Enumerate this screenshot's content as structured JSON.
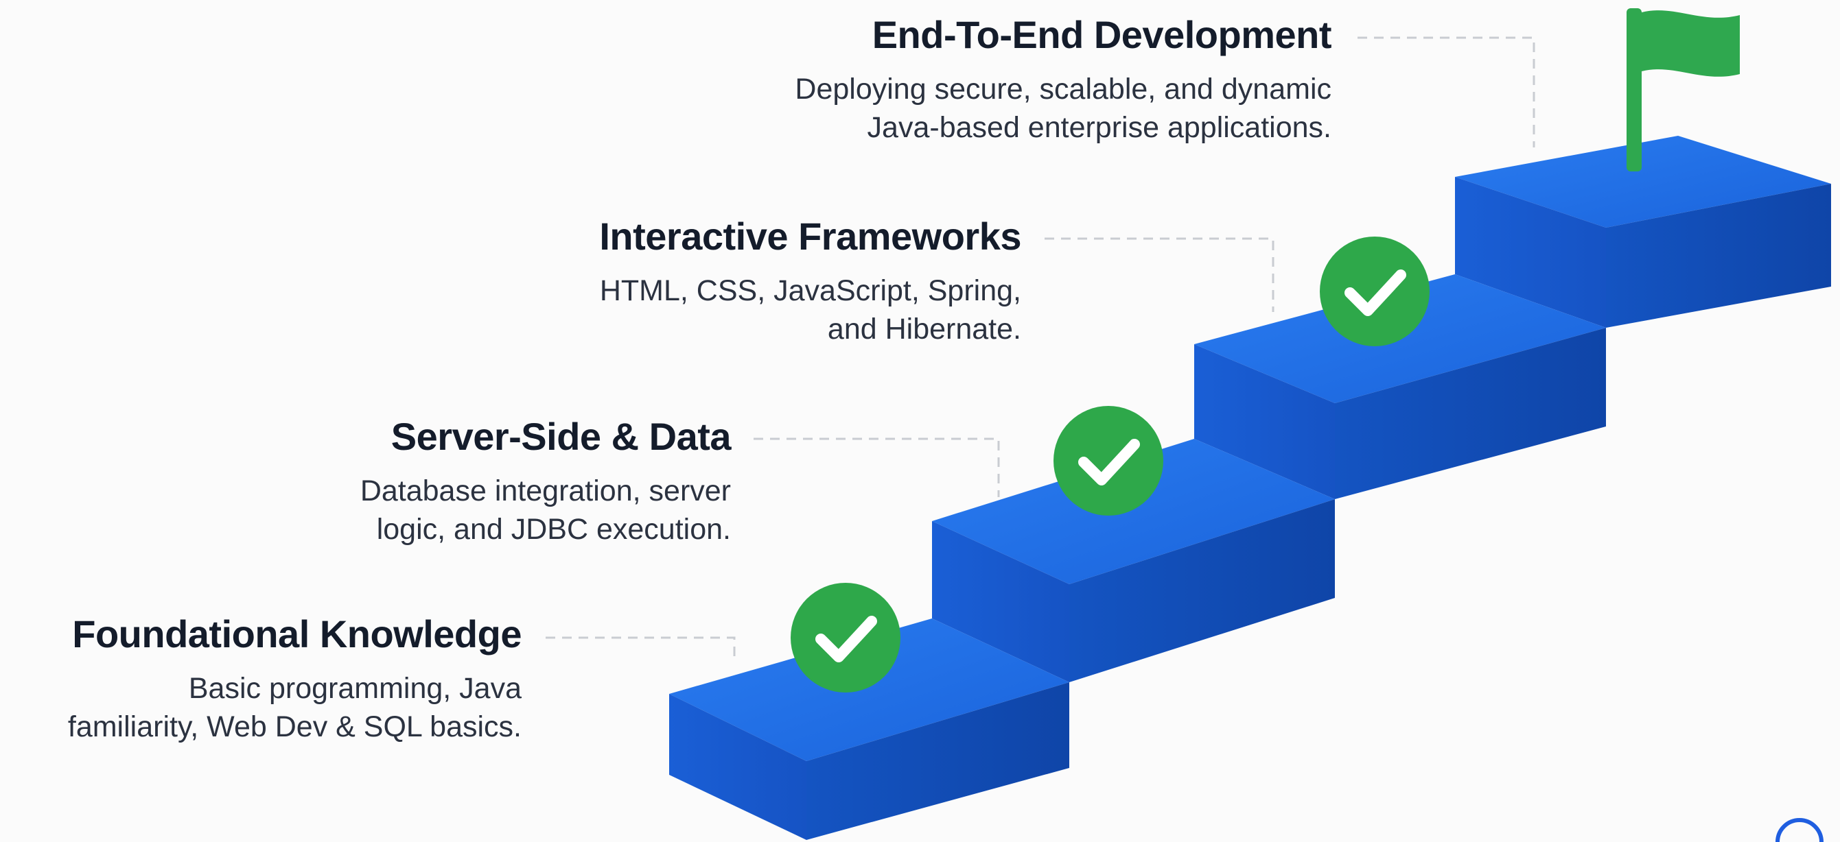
{
  "steps": [
    {
      "title": "Foundational Knowledge",
      "description_lines": [
        "Basic programming, Java",
        "familiarity, Web Dev & SQL basics."
      ],
      "status": "completed"
    },
    {
      "title": "Server-Side & Data",
      "description_lines": [
        "Database integration, server",
        "logic, and JDBC execution."
      ],
      "status": "completed"
    },
    {
      "title": "Interactive Frameworks",
      "description_lines": [
        "HTML, CSS, JavaScript, Spring,",
        "and Hibernate."
      ],
      "status": "completed"
    },
    {
      "title": "End-To-End Development",
      "description_lines": [
        "Deploying secure, scalable, and dynamic",
        "Java-based enterprise applications."
      ],
      "status": "goal"
    }
  ],
  "colors": {
    "step_top": "#1f6fe0",
    "step_front": "#1a5bd0",
    "step_side": "#0e3f9e",
    "check_badge": "#2ea84a",
    "flag": "#2fa84f",
    "heading_text": "#141c2b",
    "body_text": "#2b3240",
    "leader_line": "#c9ccd2"
  },
  "icons": {
    "completed": "check-circle-icon",
    "goal": "flag-icon"
  }
}
